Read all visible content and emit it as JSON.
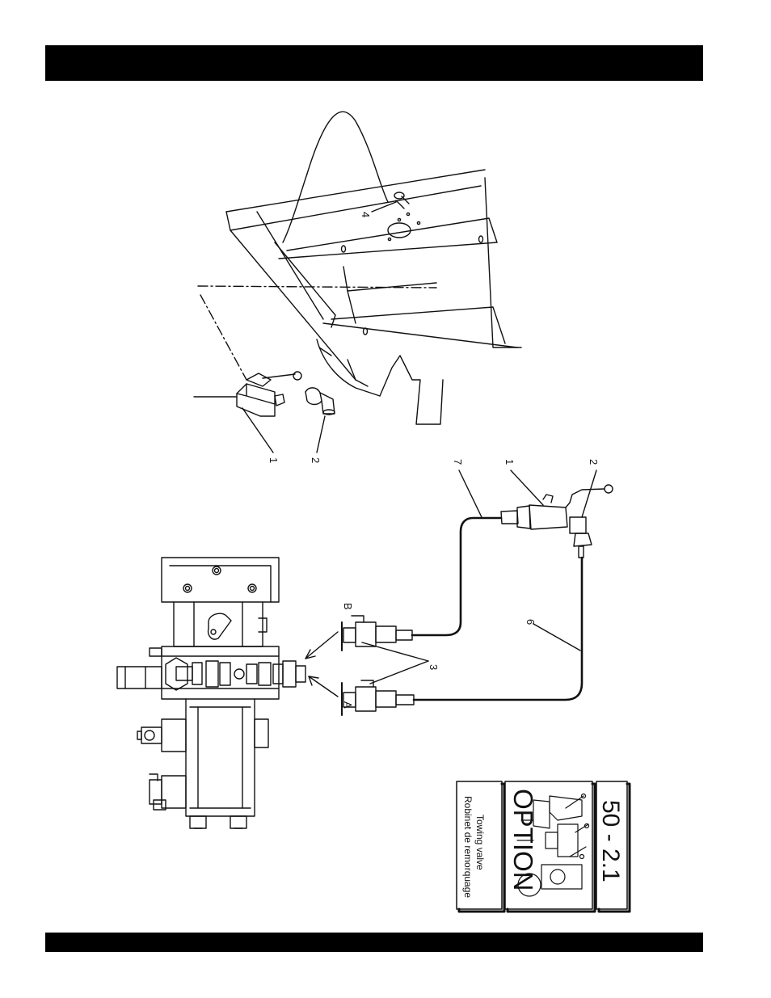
{
  "callouts": {
    "one_a": "1",
    "two_a": "2",
    "four": "4",
    "one_b": "1",
    "two_b": "2",
    "seven": "7",
    "six": "6",
    "three": "3",
    "port_a": "A",
    "port_b": "B"
  },
  "option_card": {
    "page_number": "50 - 2.1",
    "option_label": "OPTION",
    "title_en": "Towing valve",
    "title_fr": "Robinet de remorquage"
  },
  "colors": {
    "header_bar": "#000000",
    "ink": "#111111",
    "paper": "#ffffff"
  }
}
